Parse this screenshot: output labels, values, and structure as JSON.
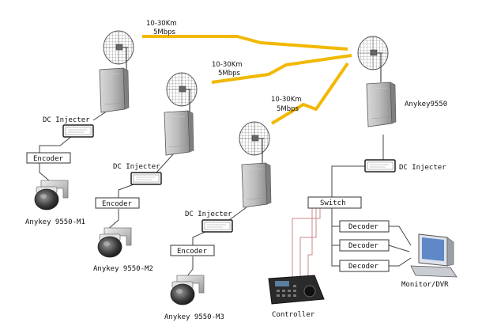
{
  "links": [
    {
      "distance": "10-30Km",
      "rate": "5Mbps"
    },
    {
      "distance": "10-30Km",
      "rate": "5Mbps"
    },
    {
      "distance": "10-30Km",
      "rate": "5Mbps"
    }
  ],
  "base_station": {
    "name": "Anykey9550",
    "dc_injecter": "DC Injecter",
    "switch": "Switch",
    "decoders": [
      "Decoder",
      "Decoder",
      "Decoder"
    ],
    "monitor": "Monitor/DVR",
    "controller": "Controller"
  },
  "nodes": [
    {
      "dc_injecter": "DC Injecter",
      "encoder": "Encoder",
      "camera": "Anykey 9550-M1"
    },
    {
      "dc_injecter": "DC Injecter",
      "encoder": "Encoder",
      "camera": "Anykey 9550-M2"
    },
    {
      "dc_injecter": "DC Injecter",
      "encoder": "Encoder",
      "camera": "Anykey 9550-M3"
    }
  ],
  "colors": {
    "wire": "#444444",
    "control_wire": "#c88a8a",
    "lightning": "#f2b800",
    "box_border": "#333333"
  }
}
